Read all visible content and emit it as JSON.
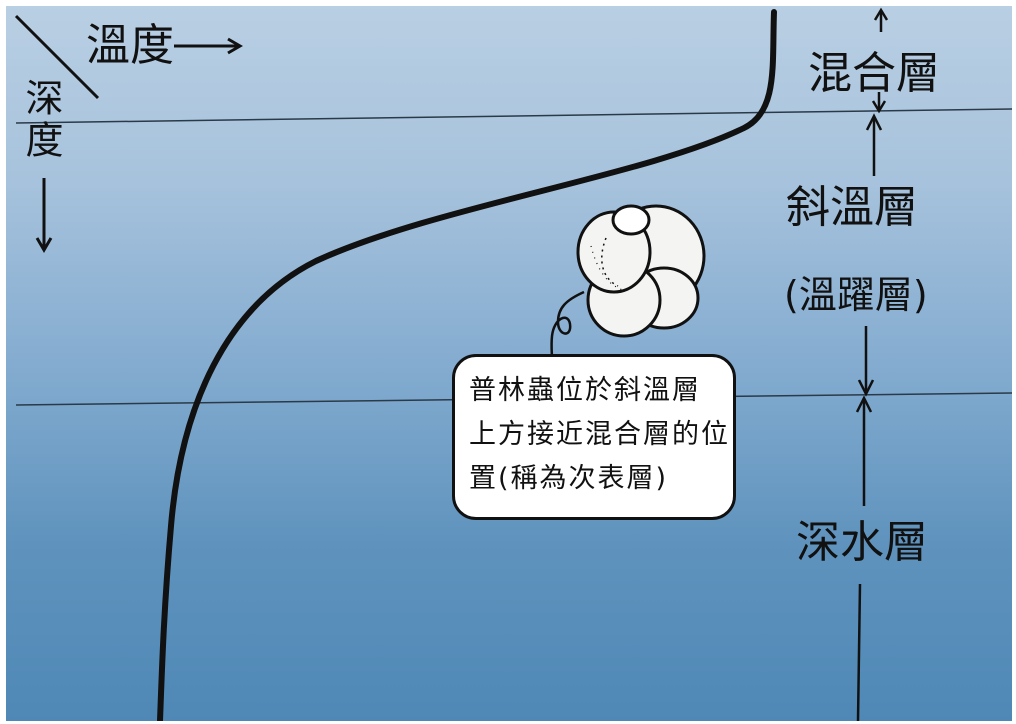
{
  "axes": {
    "x_label": "溫度",
    "y_label": "深度"
  },
  "layers": {
    "mixed": "混合層",
    "thermocline": "斜溫層",
    "thermocline_alt": "(溫躍層)",
    "deep": "深水層"
  },
  "callout": {
    "lines": [
      "普林蟲位於斜溫層",
      "上方接近混合層的位",
      "置(稱為次表層)"
    ]
  },
  "colors": {
    "water_top": "#b9cfe3",
    "water_bottom": "#4f88b6",
    "ink": "#111111"
  }
}
